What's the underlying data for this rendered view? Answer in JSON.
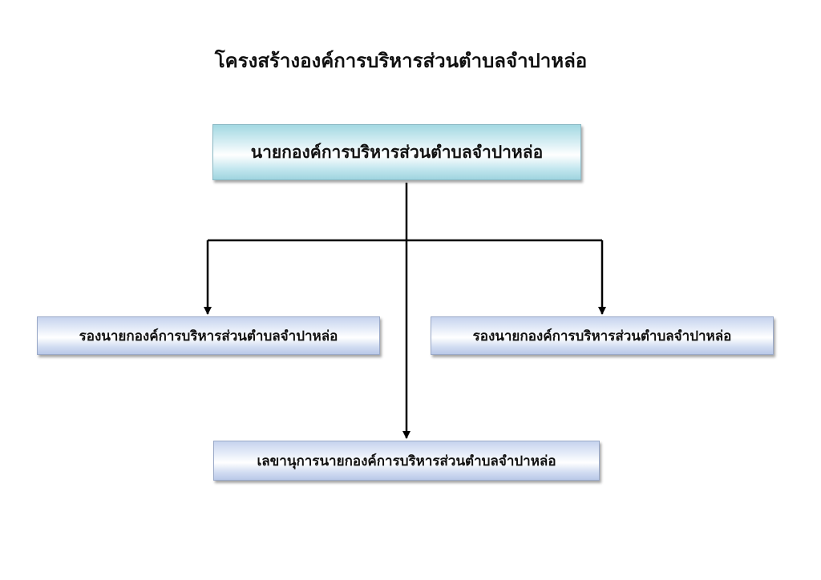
{
  "title": "โครงสร้างองค์การบริหารส่วนตำบลจำปาหล่อ",
  "nodes": {
    "chief": "นายกองค์การบริหารส่วนตำบลจำปาหล่อ",
    "deputy_left": "รองนายกองค์การบริหารส่วนตำบลจำปาหล่อ",
    "deputy_right": "รองนายกองค์การบริหารส่วนตำบลจำปาหล่อ",
    "secretary": "เลขานุการนายกองค์การบริหารส่วนตำบลจำปาหล่อ"
  },
  "edges": [
    {
      "from": "chief",
      "to": "deputy_left"
    },
    {
      "from": "chief",
      "to": "deputy_right"
    },
    {
      "from": "chief",
      "to": "secretary"
    }
  ],
  "colors": {
    "chief_fill": "#bfe4ec",
    "subordinate_fill": "#d2ddf2",
    "connector": "#000000"
  }
}
